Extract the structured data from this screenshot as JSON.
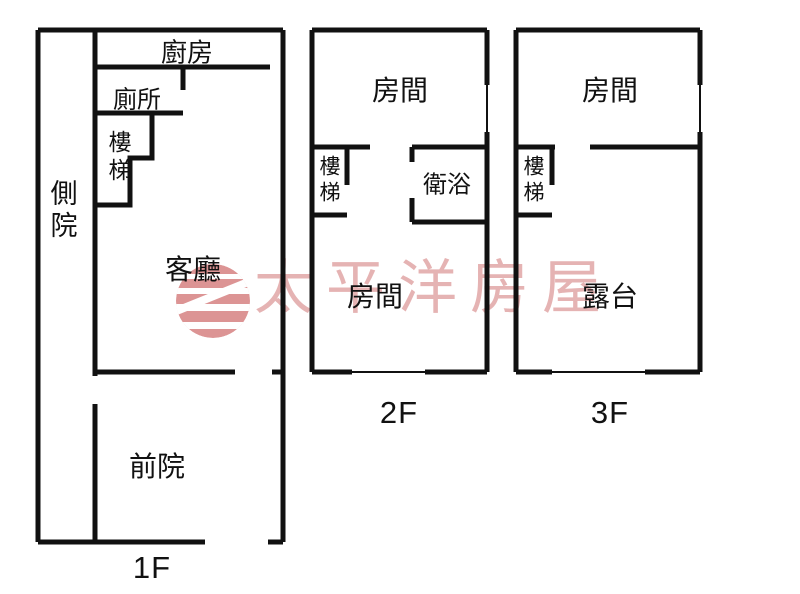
{
  "floors": [
    {
      "id": "1F",
      "label": "1F",
      "rooms": [
        {
          "name": "side-yard",
          "label": "側院"
        },
        {
          "name": "kitchen",
          "label": "廚房"
        },
        {
          "name": "toilet",
          "label": "廁所"
        },
        {
          "name": "stairs",
          "label": "樓梯"
        },
        {
          "name": "living-room",
          "label": "客廳"
        },
        {
          "name": "front-yard",
          "label": "前院"
        }
      ]
    },
    {
      "id": "2F",
      "label": "2F",
      "rooms": [
        {
          "name": "bedroom-upper",
          "label": "房間"
        },
        {
          "name": "stairs",
          "label": "樓梯"
        },
        {
          "name": "bathroom",
          "label": "衛浴"
        },
        {
          "name": "bedroom-lower",
          "label": "房間"
        }
      ]
    },
    {
      "id": "3F",
      "label": "3F",
      "rooms": [
        {
          "name": "bedroom",
          "label": "房間"
        },
        {
          "name": "stairs",
          "label": "樓梯"
        },
        {
          "name": "terrace",
          "label": "露台"
        }
      ]
    }
  ],
  "watermark": {
    "text": "太平洋房屋",
    "logo": "pacific-house-globe-logo"
  },
  "colors": {
    "wall": "#111111",
    "background": "#ffffff",
    "watermark-text": "#e5b3b3",
    "watermark-logo": "#dc9494"
  }
}
